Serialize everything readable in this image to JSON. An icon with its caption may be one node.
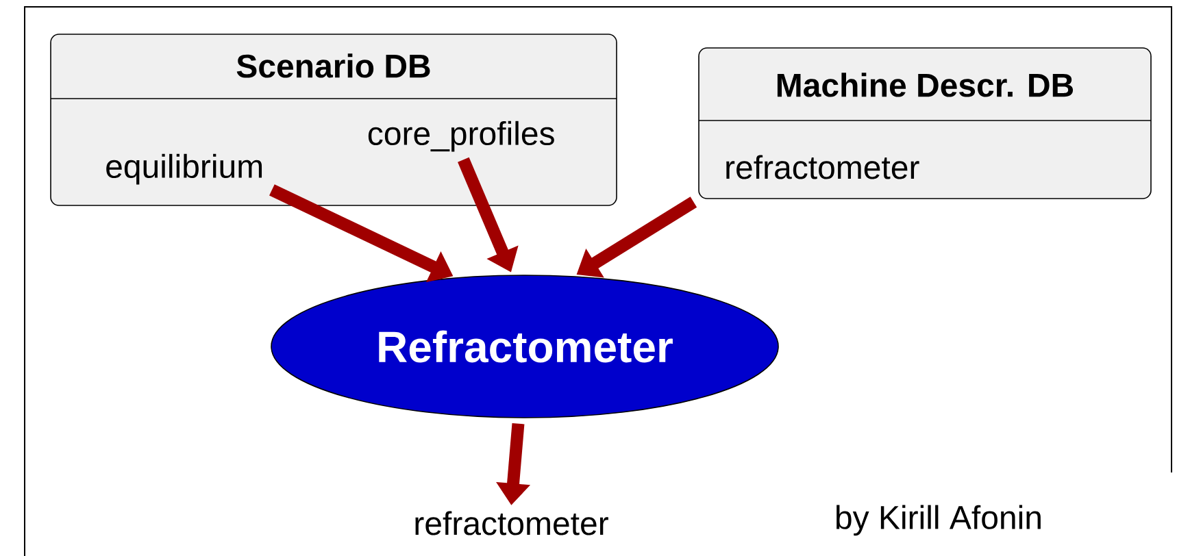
{
  "diagram": {
    "nodes": [
      {
        "text": [
          "Scenario DB"
        ]
      },
      {
        "text": [
          "equilibrium"
        ],
        "in": 0
      },
      {
        "text": [
          "core_profiles"
        ],
        "in": 0
      },
      {
        "text": [
          "Machine Descr. DB",
          "refractometer"
        ]
      },
      {
        "text": [
          "Refractometer"
        ]
      },
      {
        "text": [
          "refractometer"
        ]
      }
    ],
    "edges": [
      {
        "from": 1,
        "to": 4,
        "arrow": "to"
      },
      {
        "from": 2,
        "to": 4,
        "arrow": "to"
      },
      {
        "from": 3,
        "to": 4,
        "arrow": "to"
      },
      {
        "from": 4,
        "to": 5,
        "arrow": "to"
      }
    ],
    "labels": [
      "by Kirill Afonin"
    ]
  }
}
